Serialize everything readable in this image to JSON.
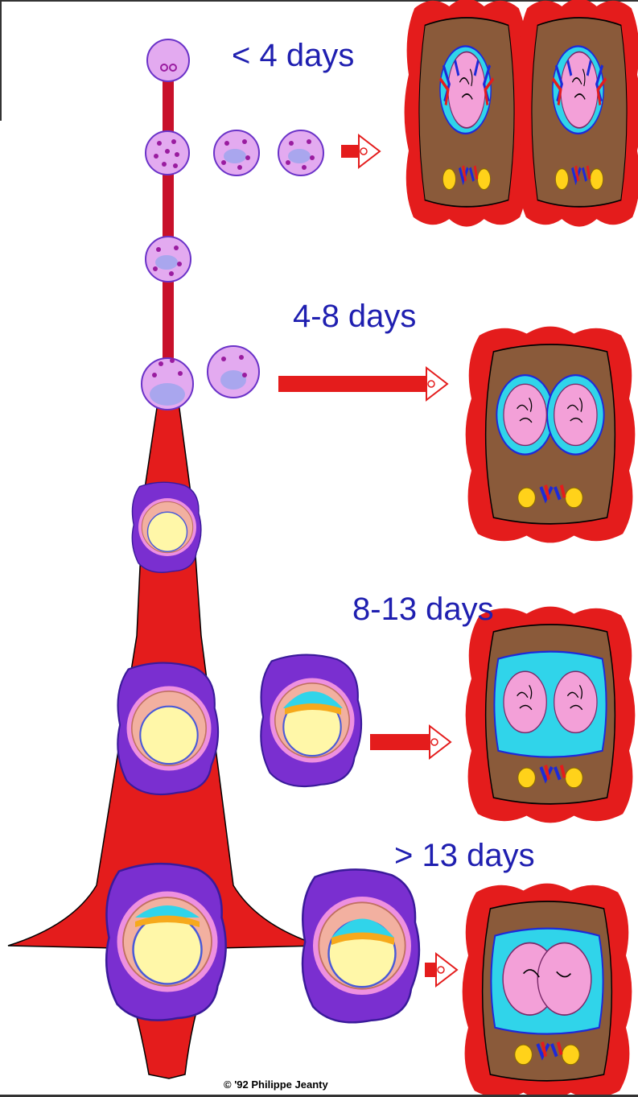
{
  "labels": {
    "stage1": "< 4 days",
    "stage2": "4-8 days",
    "stage3": "8-13 days",
    "stage4": "> 13 days"
  },
  "credit": "© '92 Philippe Jeanty",
  "colors": {
    "blood_red": "#e41c1c",
    "cell_pink": "#e3aaf0",
    "membrane_purple": "#6a32c8",
    "yolk_yellow": "#fff7a8",
    "amnion_cyan": "#30d4ea",
    "placenta_brown": "#8a5a3a",
    "fetus_pink": "#f3a0d8",
    "label_blue": "#1f1fb0"
  },
  "icons": [
    "arrow-right-icon",
    "cell-icon",
    "placenta-icon",
    "fetus-icon"
  ]
}
